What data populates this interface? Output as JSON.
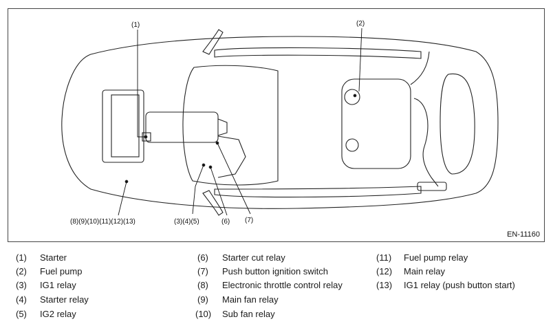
{
  "figure": {
    "id": "EN-11160",
    "callouts": {
      "c1": "(1)",
      "c2": "(2)",
      "c3_4_5": "(3)(4)(5)",
      "c6": "(6)",
      "c7": "(7)",
      "c8_13": "(8)(9)(10)(11)(12)(13)"
    }
  },
  "legend": [
    {
      "num": "(1)",
      "label": "Starter"
    },
    {
      "num": "(2)",
      "label": "Fuel pump"
    },
    {
      "num": "(3)",
      "label": "IG1 relay"
    },
    {
      "num": "(4)",
      "label": "Starter relay"
    },
    {
      "num": "(5)",
      "label": "IG2 relay"
    },
    {
      "num": "(6)",
      "label": "Starter cut relay"
    },
    {
      "num": "(7)",
      "label": "Push button ignition switch"
    },
    {
      "num": "(8)",
      "label": "Electronic throttle control relay"
    },
    {
      "num": "(9)",
      "label": "Main fan relay"
    },
    {
      "num": "(10)",
      "label": "Sub fan relay"
    },
    {
      "num": "(11)",
      "label": "Fuel pump relay"
    },
    {
      "num": "(12)",
      "label": "Main relay"
    },
    {
      "num": "(13)",
      "label": "IG1 relay (push button start)"
    }
  ]
}
